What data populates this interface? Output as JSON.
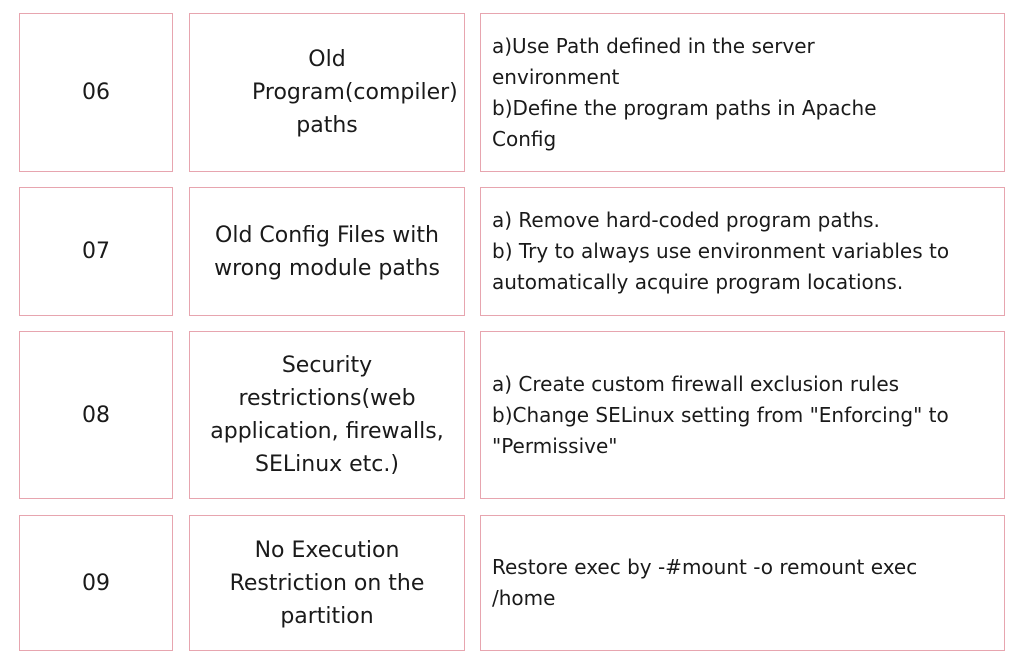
{
  "colors": {
    "cell_border": "#e7a5af",
    "text": "#1a1a1a",
    "background": "#ffffff"
  },
  "rows": [
    {
      "number": "06",
      "issue": "Old Program(compiler) paths",
      "solution": [
        "a)Use Path defined in the server environment",
        "b)Define the program paths in Apache Config"
      ]
    },
    {
      "number": "07",
      "issue": "Old Config Files with wrong module paths",
      "solution": [
        "a) Remove hard-coded program paths.",
        "b) Try to always use environment variables to automatically acquire program locations."
      ]
    },
    {
      "number": "08",
      "issue": "Security restrictions(web application, firewalls, SELinux etc.)",
      "solution": [
        "a) Create custom firewall exclusion rules",
        "b)Change SELinux setting from \"Enforcing\" to \"Permissive\""
      ]
    },
    {
      "number": "09",
      "issue": "No Execution Restriction on the partition",
      "solution": [
        "Restore exec by -#mount -o remount exec /home"
      ]
    }
  ]
}
